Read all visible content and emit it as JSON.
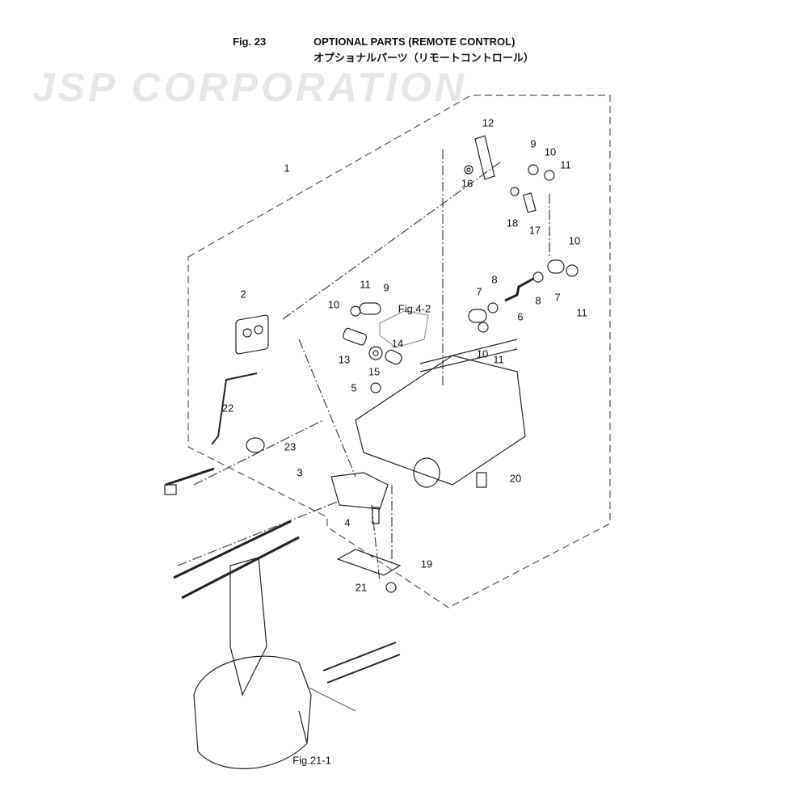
{
  "header": {
    "fig_number": "Fig. 23",
    "title_en": "OPTIONAL PARTS (REMOTE CONTROL)",
    "title_ja": "オプショナルパーツ（リモートコントロール）"
  },
  "watermark": "JSP CORPORATION",
  "callouts": [
    "1",
    "2",
    "3",
    "4",
    "5",
    "6",
    "7",
    "7",
    "8",
    "8",
    "9",
    "9",
    "10",
    "10",
    "10",
    "10",
    "11",
    "11",
    "11",
    "11",
    "12",
    "13",
    "14",
    "15",
    "16",
    "17",
    "18",
    "19",
    "20",
    "21",
    "22",
    "23"
  ],
  "references": [
    "Fig.4-2",
    "Fig.21-1"
  ]
}
